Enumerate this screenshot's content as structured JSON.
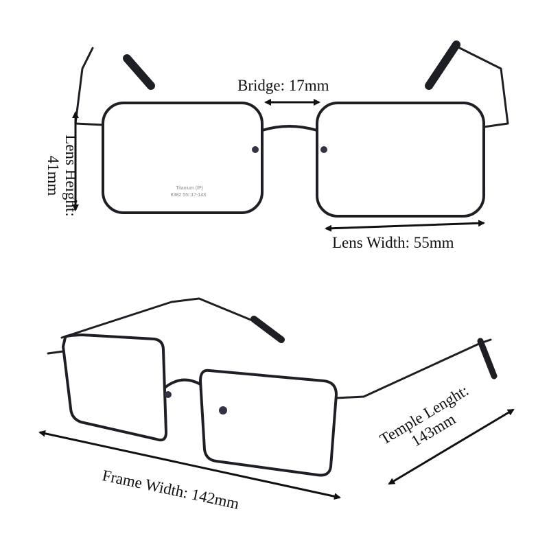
{
  "labels": {
    "bridge": "Bridge: 17mm",
    "lens_height_1": "Lens Height:",
    "lens_height_2": "41mm",
    "lens_width": "Lens Width: 55mm",
    "frame_width": "Frame Width:  142mm",
    "temple_length_1": "Temple Lenght:",
    "temple_length_2": "143mm"
  },
  "lens_marking": {
    "line1": "Titanium (IP)",
    "line2": "8382 55□17-143"
  },
  "colors": {
    "frame": "#1e1f24",
    "text": "#111111",
    "background": "#ffffff"
  }
}
